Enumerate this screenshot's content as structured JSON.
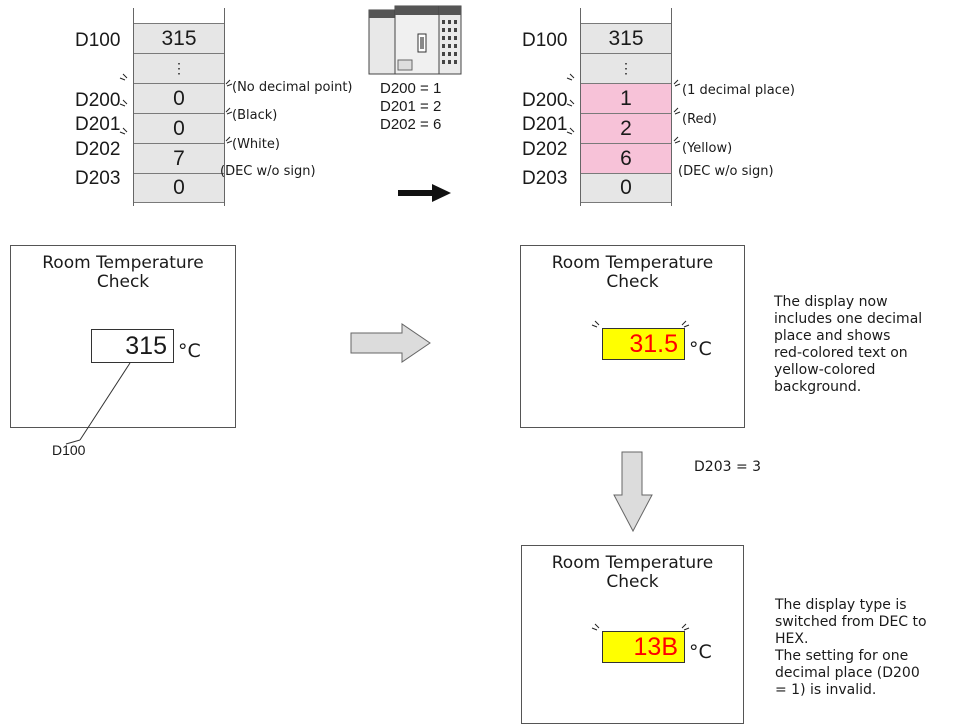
{
  "colors": {
    "highlight_cell": "#f7c2d8",
    "register_fill": "#e6e6e6",
    "display_bg": "#ffff00",
    "display_text": "#ff0000",
    "arrow_fill": "#dcdcdc"
  },
  "before_table": {
    "rows": [
      {
        "label": "D100",
        "value": "315",
        "note": ""
      },
      {
        "label": "",
        "value": "⋮",
        "note": ""
      },
      {
        "label": "D200",
        "value": "0",
        "note": "(No decimal point)"
      },
      {
        "label": "D201",
        "value": "0",
        "note": "(Black)"
      },
      {
        "label": "D202",
        "value": "7",
        "note": "(White)"
      },
      {
        "label": "D203",
        "value": "0",
        "note": "(DEC w/o sign)"
      }
    ]
  },
  "plc": {
    "icon": "plc-icon",
    "lines": [
      "D200 = 1",
      "D201 = 2",
      "D202 = 6"
    ]
  },
  "after_table": {
    "rows": [
      {
        "label": "D100",
        "value": "315",
        "note": ""
      },
      {
        "label": "",
        "value": "⋮",
        "note": ""
      },
      {
        "label": "D200",
        "value": "1",
        "note": "(1 decimal place)"
      },
      {
        "label": "D201",
        "value": "2",
        "note": "(Red)"
      },
      {
        "label": "D202",
        "value": "6",
        "note": "(Yellow)"
      },
      {
        "label": "D203",
        "value": "0",
        "note": "(DEC w/o sign)"
      }
    ]
  },
  "screen1": {
    "title_line1": "Room Temperature",
    "title_line2": "Check",
    "value": "315",
    "unit": "°C",
    "pointer_label": "D100"
  },
  "screen2": {
    "title_line1": "Room Temperature",
    "title_line2": "Check",
    "value": "31.5",
    "unit": "°C",
    "description": [
      "The display now",
      "includes one decimal",
      "place and shows",
      "red-colored text on",
      "yellow-colored",
      "background."
    ]
  },
  "step_label": "D203 = 3",
  "screen3": {
    "title_line1": "Room Temperature",
    "title_line2": "Check",
    "value": "13B",
    "unit": "°C",
    "description": [
      "The display type is",
      "switched from DEC to",
      "HEX.",
      "The setting for one",
      "decimal place (D200",
      "= 1) is invalid."
    ]
  }
}
